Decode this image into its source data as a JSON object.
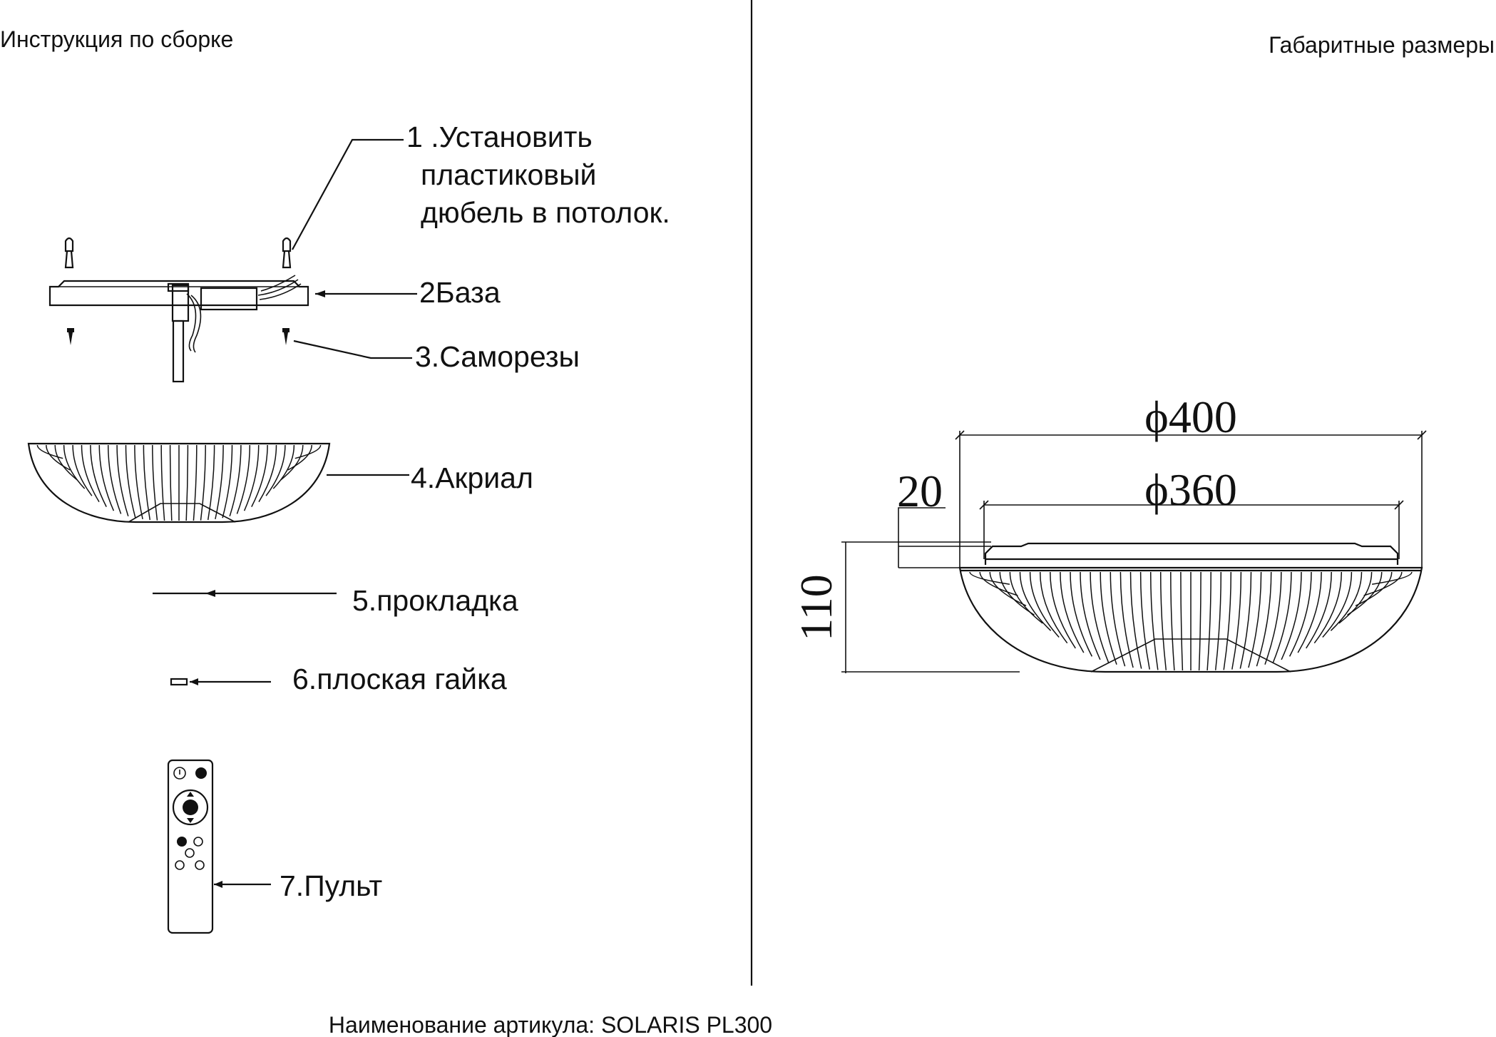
{
  "header": {
    "left_title": "Инструкция по сборке",
    "right_title": "Габаритные размеры"
  },
  "steps": {
    "step1_line1": "1 .Установить",
    "step1_line2": "пластиковый",
    "step1_line3": "дюбель в потолок.",
    "step2": "2База",
    "step3": "3.Саморезы",
    "step4": "4.Акриал",
    "step5": "5.прокладка",
    "step6": "6.плоская гайка",
    "step7": "7.Пульт"
  },
  "dimensions": {
    "outer_diameter": "ϕ400",
    "inner_diameter": "ϕ360",
    "base_height": "20",
    "total_height": "110"
  },
  "footer": {
    "article": "Наименование артикула: SOLARIS PL300"
  }
}
